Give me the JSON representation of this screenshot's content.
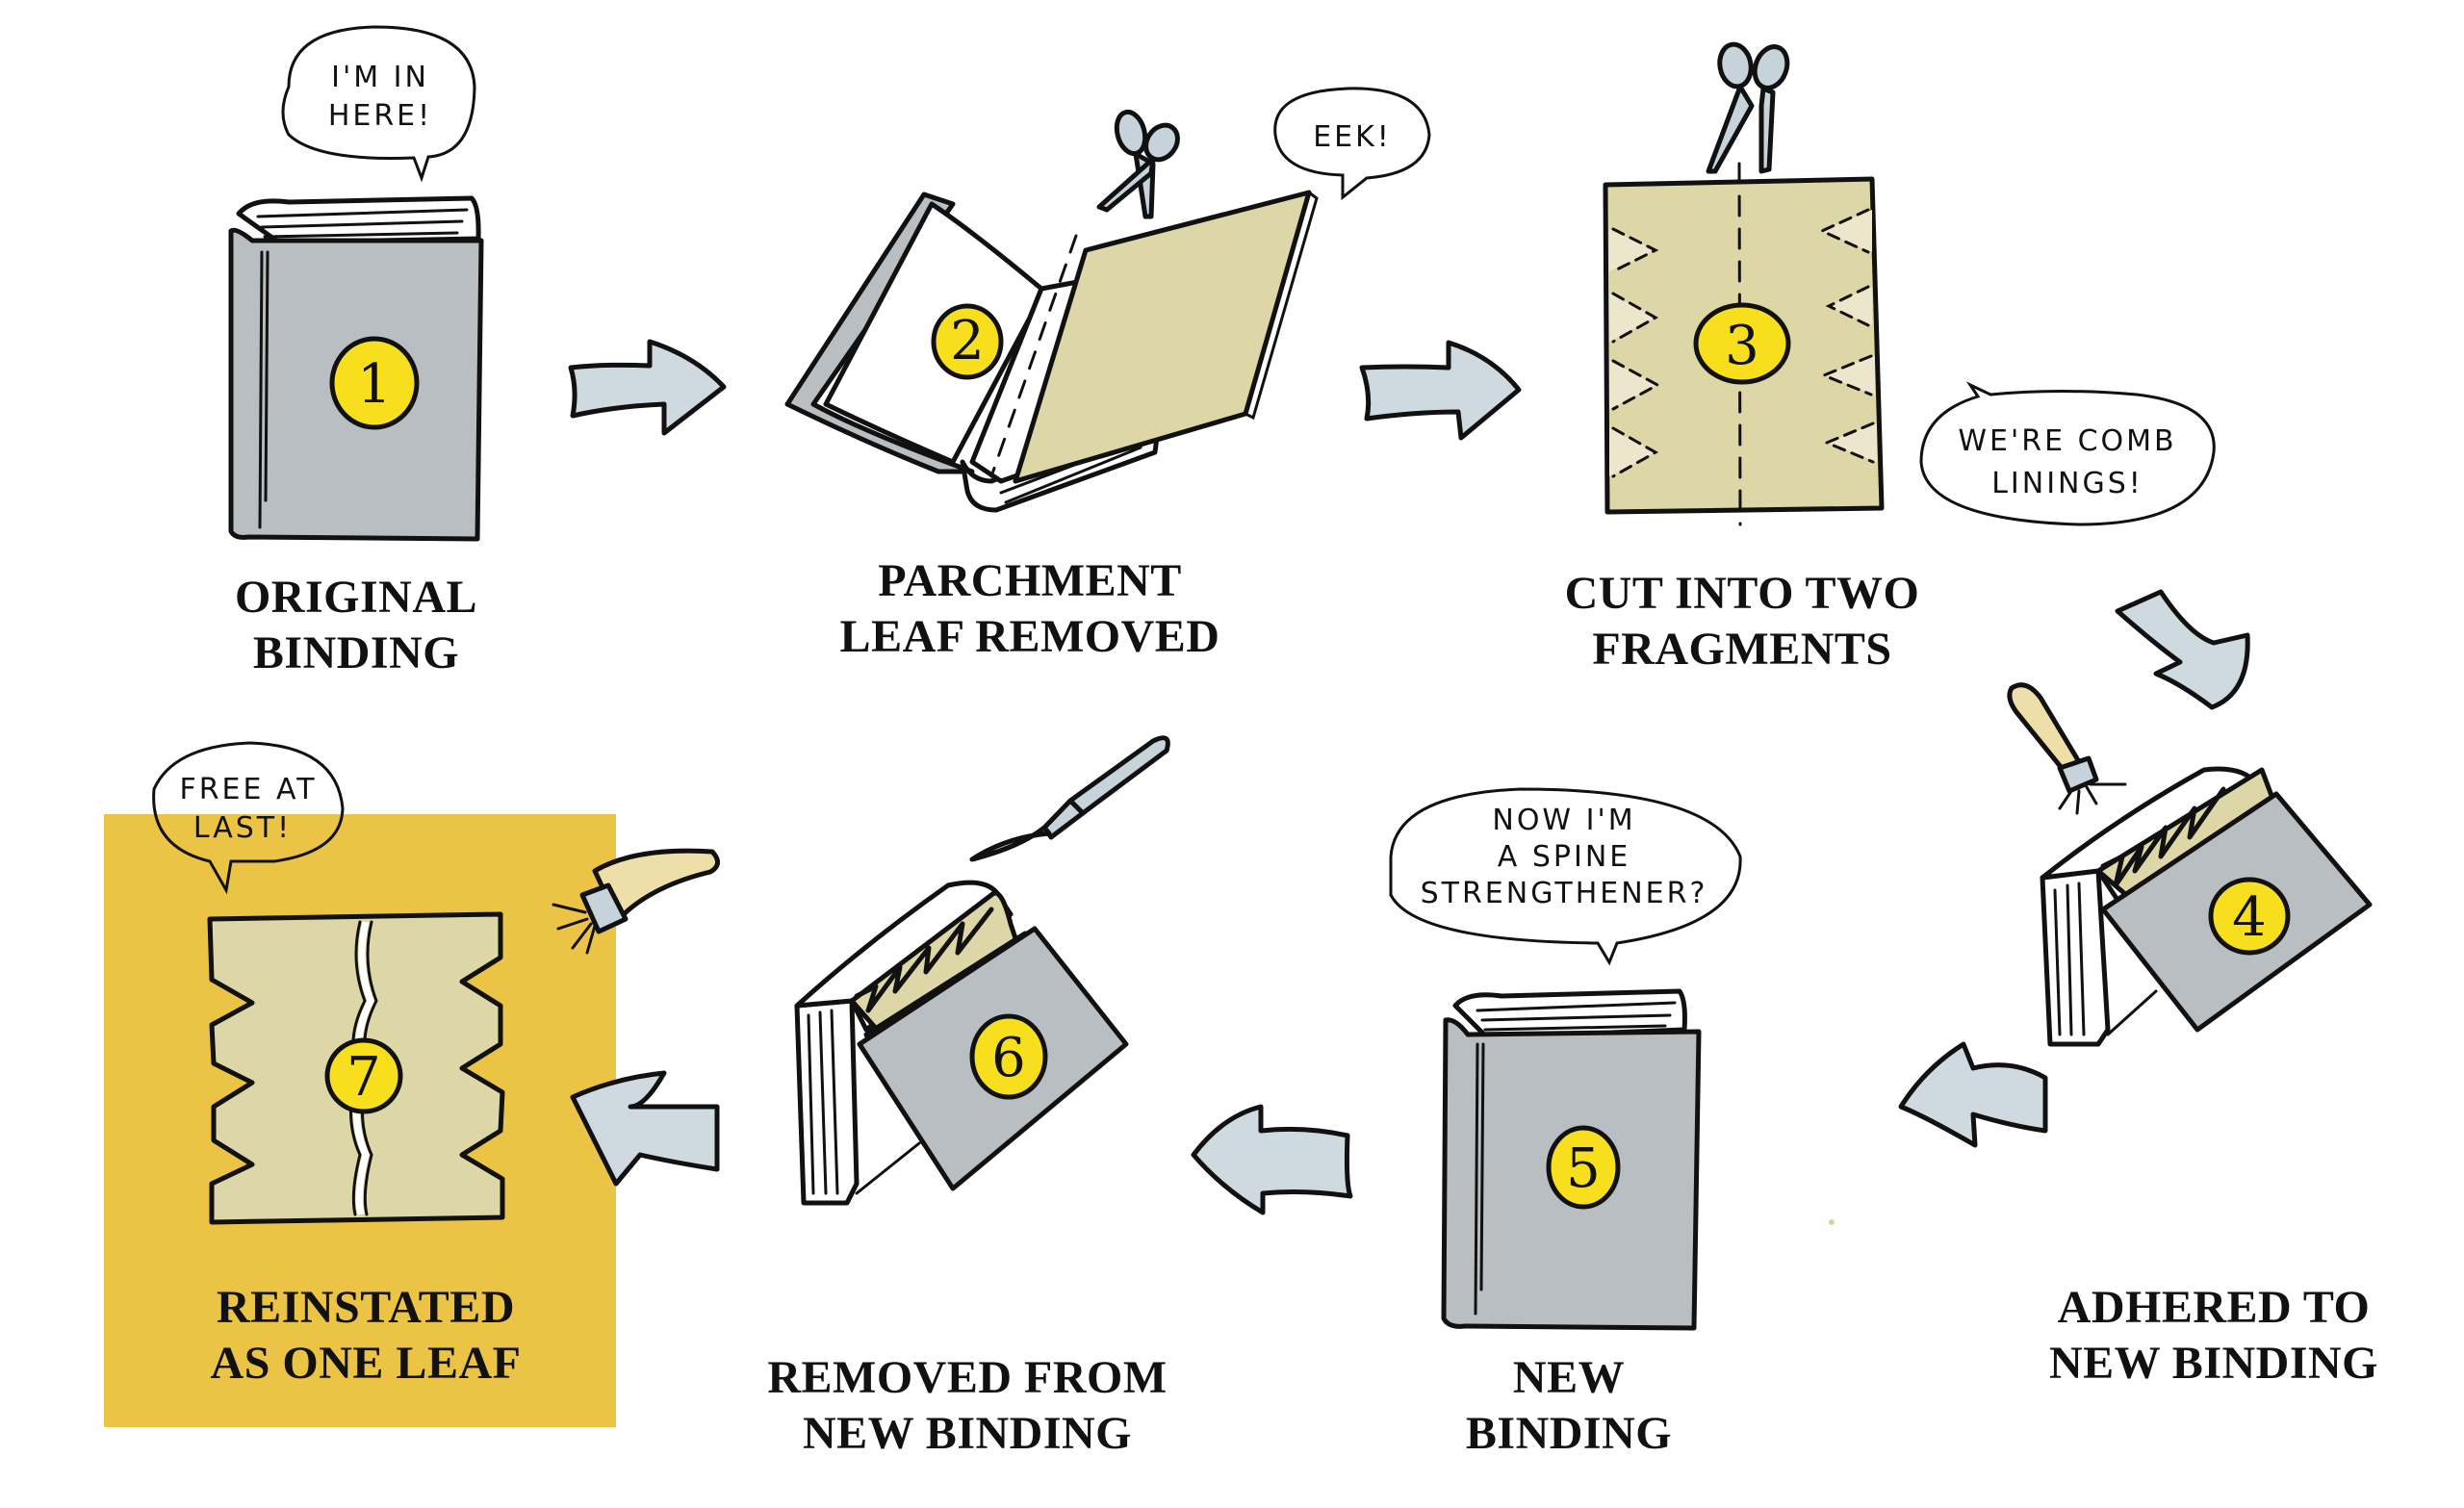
{
  "title": "Parchment leaf conservation process",
  "colors": {
    "book_cover": "#b8bec1",
    "parchment": "#ddd6a6",
    "parchment_light": "#ece6cc",
    "number_badge": "#f7df1e",
    "arrow": "#cfdae0",
    "highlight_panel": "#ecc445",
    "tool_metal": "#c7d3da",
    "brush_handle": "#eedfa9"
  },
  "steps": [
    {
      "number": "1",
      "label_lines": [
        "ORIGINAL",
        "BINDING"
      ],
      "speech": [
        "I'M IN",
        "HERE!"
      ],
      "tool": "none"
    },
    {
      "number": "2",
      "label_lines": [
        "PARCHMENT",
        "LEAF REMOVED"
      ],
      "speech": [
        "EEK!"
      ],
      "tool": "scissors"
    },
    {
      "number": "3",
      "label_lines": [
        "CUT INTO TWO",
        "FRAGMENTS"
      ],
      "speech": [
        "WE'RE COMB",
        "LININGS!"
      ],
      "tool": "scissors"
    },
    {
      "number": "4",
      "label_lines": [
        "ADHERED TO",
        "NEW BINDING"
      ],
      "speech": [],
      "tool": "brush"
    },
    {
      "number": "5",
      "label_lines": [
        "NEW",
        "BINDING"
      ],
      "speech": [
        "NOW I'M",
        "A SPINE",
        "STRENGTHENER?"
      ],
      "tool": "none"
    },
    {
      "number": "6",
      "label_lines": [
        "REMOVED FROM",
        "NEW BINDING"
      ],
      "speech": [],
      "tool": "scalpel"
    },
    {
      "number": "7",
      "label_lines": [
        "REINSTATED",
        "AS ONE LEAF"
      ],
      "speech": [
        "FREE AT",
        "LAST!"
      ],
      "tool": "brush",
      "highlighted": true
    }
  ],
  "flow": [
    "1→2",
    "2→3",
    "3→4",
    "4→5",
    "5→6",
    "6→7"
  ]
}
